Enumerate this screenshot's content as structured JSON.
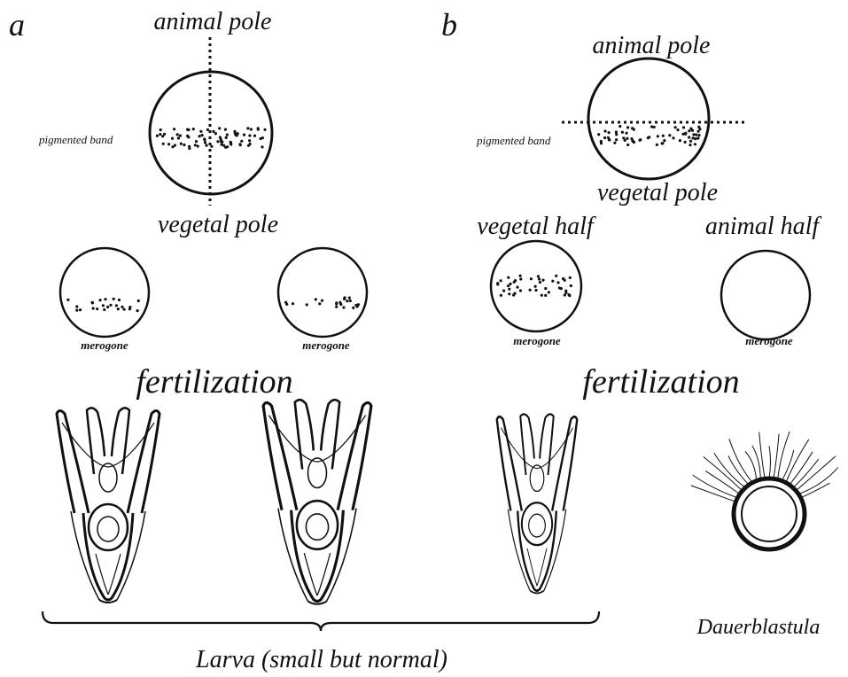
{
  "panel_a": {
    "letter": "a",
    "animal_pole": "animal pole",
    "vegetal_pole": "vegetal pole",
    "pigmented_band": "pigmented band",
    "merogone_left": "merogone",
    "merogone_right": "merogone",
    "fertilization": "fertilization"
  },
  "panel_b": {
    "letter": "b",
    "animal_pole": "animal pole",
    "vegetal_pole": "vegetal pole",
    "pigmented_band": "pigmented band",
    "vegetal_half": "vegetal half",
    "animal_half": "animal half",
    "merogone_left": "merogone",
    "merogone_right": "merogone",
    "fertilization": "fertilization"
  },
  "outcomes": {
    "larva_label": "Larva (small but normal)",
    "dauerblastula_label": "Dauerblastula"
  }
}
